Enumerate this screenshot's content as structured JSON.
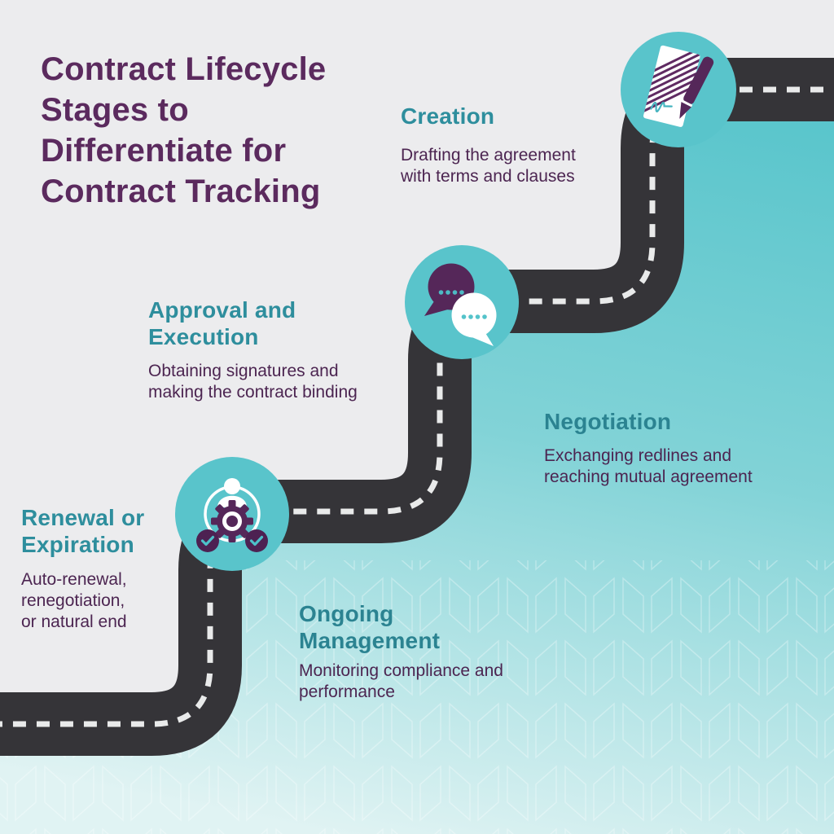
{
  "title": {
    "lines": [
      "Contract Lifecycle",
      "Stages to",
      "Differentiate for",
      "Contract Tracking"
    ]
  },
  "stages": [
    {
      "name": "creation",
      "heading_lines": [
        "Creation"
      ],
      "desc_lines": [
        "Drafting the agreement",
        "with terms and clauses"
      ],
      "icon": "document-pen-icon"
    },
    {
      "name": "negotiation",
      "heading_lines": [
        "Negotiation"
      ],
      "desc_lines": [
        "Exchanging redlines and",
        "reaching mutual agreement"
      ],
      "icon": "speech-bubbles-icon"
    },
    {
      "name": "approval-execution",
      "heading_lines": [
        "Approval and",
        "Execution"
      ],
      "desc_lines": [
        "Obtaining signatures and",
        "making the contract binding"
      ],
      "icon": "none"
    },
    {
      "name": "ongoing-management",
      "heading_lines": [
        "Ongoing",
        "Management"
      ],
      "desc_lines": [
        "Monitoring compliance and",
        "performance"
      ],
      "icon": "none"
    },
    {
      "name": "renewal-expiration",
      "heading_lines": [
        "Renewal or",
        "Expiration"
      ],
      "desc_lines": [
        "Auto-renewal,",
        "renegotiation,",
        "or natural end"
      ],
      "icon": "gear-checklist-icon"
    }
  ],
  "palette": {
    "title_purple": "#5b2a5e",
    "body_purple": "#4c2551",
    "heading_teal_on_gray": "#2e8e9d",
    "heading_teal_on_teal": "#2b8391",
    "panel_gray": "#ececee",
    "road_dark": "#353438",
    "road_dash": "#e9eaea",
    "stage_circle_teal": "#59c4cb",
    "background_teal_top": "#53c3ca",
    "background_teal_bottom": "#e0f3f3",
    "icon_purple": "#552759",
    "icon_dot_teal": "#4dbac4"
  }
}
